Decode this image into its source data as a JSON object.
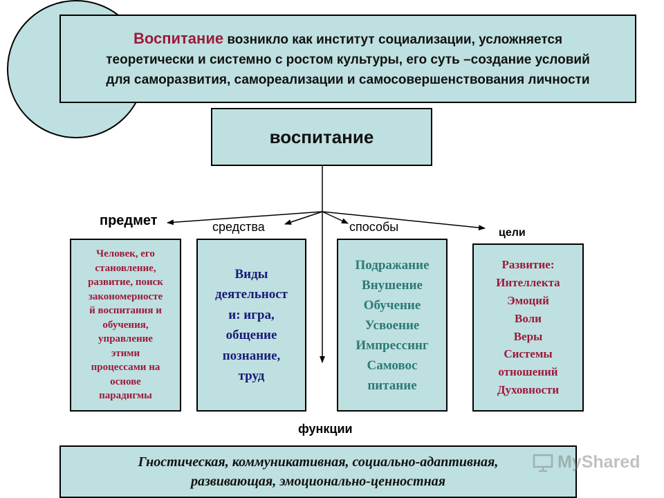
{
  "top_block": {
    "lines": [
      {
        "highlight": "Воспитание",
        "rest": " возникло как институт социализации, усложняется"
      },
      {
        "highlight": "",
        "rest": "теоретически и системно с ростом культуры, его суть –создание условий"
      },
      {
        "highlight": "",
        "rest": "для саморазвития, самореализации и самосовершенствования личности"
      }
    ]
  },
  "center_block": {
    "label": "воспитание"
  },
  "branch_labels": {
    "subject": "предмет",
    "means": "средства",
    "methods": "способы",
    "goals": "цели",
    "functions": "функции"
  },
  "boxes": {
    "subject": [
      "Человек, его",
      "становление,",
      "развитие, поиск",
      "закономерносте",
      "й воспитания и",
      "обучения,",
      "управление",
      "этими",
      "процессами на",
      "основе",
      "парадигмы"
    ],
    "means": [
      "Виды",
      "деятельност",
      "и: игра,",
      "общение",
      "познание,",
      "труд"
    ],
    "methods": [
      "Подражание",
      "Внушение",
      "Обучение",
      "Усвоение",
      "Импрессинг",
      "Самовос",
      "питание"
    ],
    "goals": [
      "Развитие:",
      "Интеллекта",
      "Эмоций",
      "Воли",
      "Веры",
      "Системы",
      "отношений",
      "Духовности"
    ]
  },
  "functions_block": {
    "lines": [
      "Гностическая, коммуникативная, социально-адаптивная,",
      "развивающая, эмоционально-ценностная"
    ]
  },
  "watermark": {
    "text": "MyShared",
    "icon": "presentation-screen-icon"
  },
  "colors": {
    "box_fill": "#bfe0e0",
    "accent_red": "#9b1a3a",
    "accent_blue": "#1a1a7a",
    "accent_teal": "#2b7a77"
  }
}
